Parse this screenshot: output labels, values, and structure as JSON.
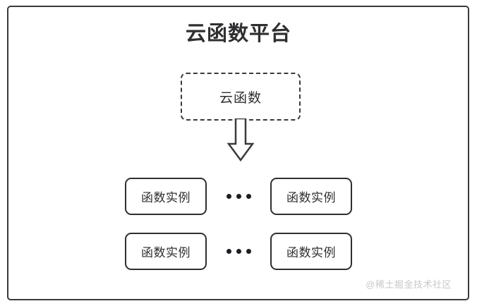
{
  "diagram": {
    "title": "云函数平台",
    "source_node": {
      "label": "云函数",
      "style": "dashed"
    },
    "arrow": {
      "icon_name": "down-block-arrow",
      "direction": "down"
    },
    "instance_rows": [
      {
        "left_instance": "函数实例",
        "ellipsis": "···",
        "right_instance": "函数实例"
      },
      {
        "left_instance": "函数实例",
        "ellipsis": "···",
        "right_instance": "函数实例"
      }
    ],
    "watermark": "@稀土掘金技术社区",
    "colors": {
      "stroke": "#2f2f31",
      "frame_stroke": "#3a3a3c",
      "background": "#ffffff",
      "watermark_text": "#c8c8c8"
    }
  }
}
